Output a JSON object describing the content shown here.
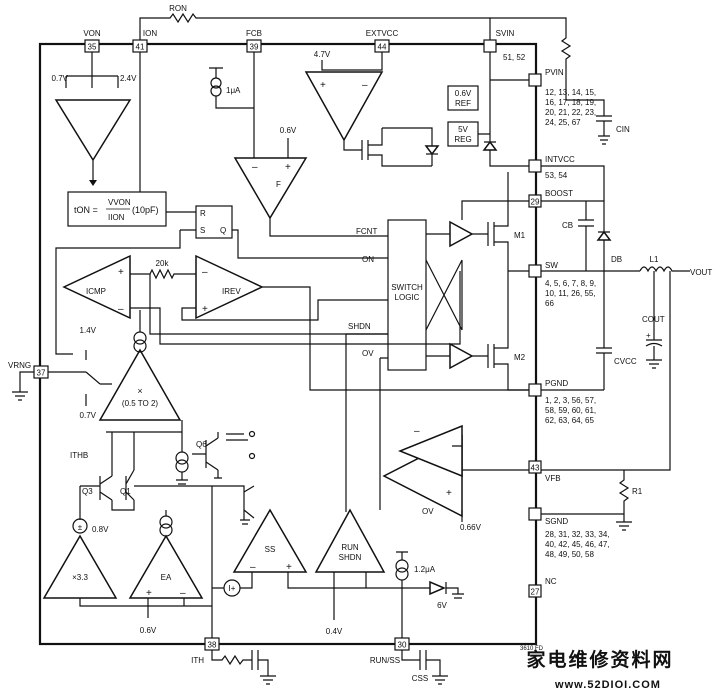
{
  "pins": {
    "von": {
      "name": "VON",
      "num": "35"
    },
    "ion": {
      "name": "ION",
      "num": "41"
    },
    "fcb": {
      "name": "FCB",
      "num": "39"
    },
    "extvcc": {
      "name": "EXTVCC",
      "num": "44"
    },
    "svin": {
      "name": "SVIN",
      "num": "51, 52"
    },
    "pvin": {
      "name": "PVIN",
      "nums": [
        "12, 13, 14, 15,",
        "16, 17, 18, 19,",
        "20, 21, 22, 23,",
        "24, 25, 67"
      ]
    },
    "intvcc": {
      "name": "INTVCC",
      "num": "53, 54"
    },
    "boost": {
      "name": "BOOST",
      "num": "29"
    },
    "sw": {
      "name": "SW",
      "nums": [
        "4, 5, 6, 7, 8, 9,",
        "10, 11, 26, 55,",
        "66"
      ]
    },
    "pgnd": {
      "name": "PGND",
      "nums": [
        "1, 2, 3, 56, 57,",
        "58, 59, 60, 61,",
        "62, 63, 64, 65"
      ]
    },
    "vfb": {
      "name": "VFB",
      "num": "43"
    },
    "sgnd": {
      "name": "SGND",
      "nums": [
        "28, 31, 32, 33, 34,",
        "40, 42, 45, 46, 47,",
        "48, 49, 50, 58"
      ]
    },
    "nc": {
      "name": "NC",
      "num": "27"
    },
    "vrng": {
      "name": "VRNG",
      "num": "37"
    },
    "ith": {
      "name": "ITH",
      "num": "38"
    },
    "runss": {
      "name": "RUN/SS",
      "num": "30"
    }
  },
  "labels": {
    "ron": "RON",
    "v07": "0.7V",
    "v24": "2.4V",
    "ton_lhs": "tON =",
    "ton_num": "VVON",
    "ton_den": "IION",
    "ton_tail": "(10pF)",
    "latch_r": "R",
    "latch_s": "S",
    "latch_q": "Q",
    "i1ua": "1μA",
    "v06_fcb": "0.6V",
    "f_label": "F",
    "v47": "4.7V",
    "ref06": [
      "0.6V",
      "REF"
    ],
    "reg5": [
      "5V",
      "REG"
    ],
    "cin": "CIN",
    "fcnt": "FCNT",
    "on": "ON",
    "shdn": "SHDN",
    "ov": "OV",
    "switch_logic": [
      "SWITCH",
      "LOGIC"
    ],
    "m1": "M1",
    "m2": "M2",
    "cb": "CB",
    "db": "DB",
    "l1": "L1",
    "vout": "VOUT",
    "cout": "COUT",
    "cvcc": "CVCC",
    "r20k": "20k",
    "icmp": "ICMP",
    "irev": "IREV",
    "v14": "1.4V",
    "v07b": "0.7V",
    "mult_x": "×",
    "mult_range": "(0.5 TO 2)",
    "ithb": "ITHB",
    "q6": "Q6",
    "q3": "Q3",
    "q1": "Q1",
    "v08": "0.8V",
    "x33": "×3.3",
    "ea": "EA",
    "v06_ea": "0.6V",
    "ss": "SS",
    "run_shdn": [
      "RUN",
      "SHDN"
    ],
    "v04": "0.4V",
    "i12ua": "1.2μA",
    "v6": "6V",
    "ov_amp": "OV",
    "v066": "0.66V",
    "r1": "R1",
    "css": "CSS",
    "fig": "3610 FD"
  },
  "watermark": {
    "chinese": "家电维修资料网",
    "url": "www.52DIOI.COM"
  }
}
